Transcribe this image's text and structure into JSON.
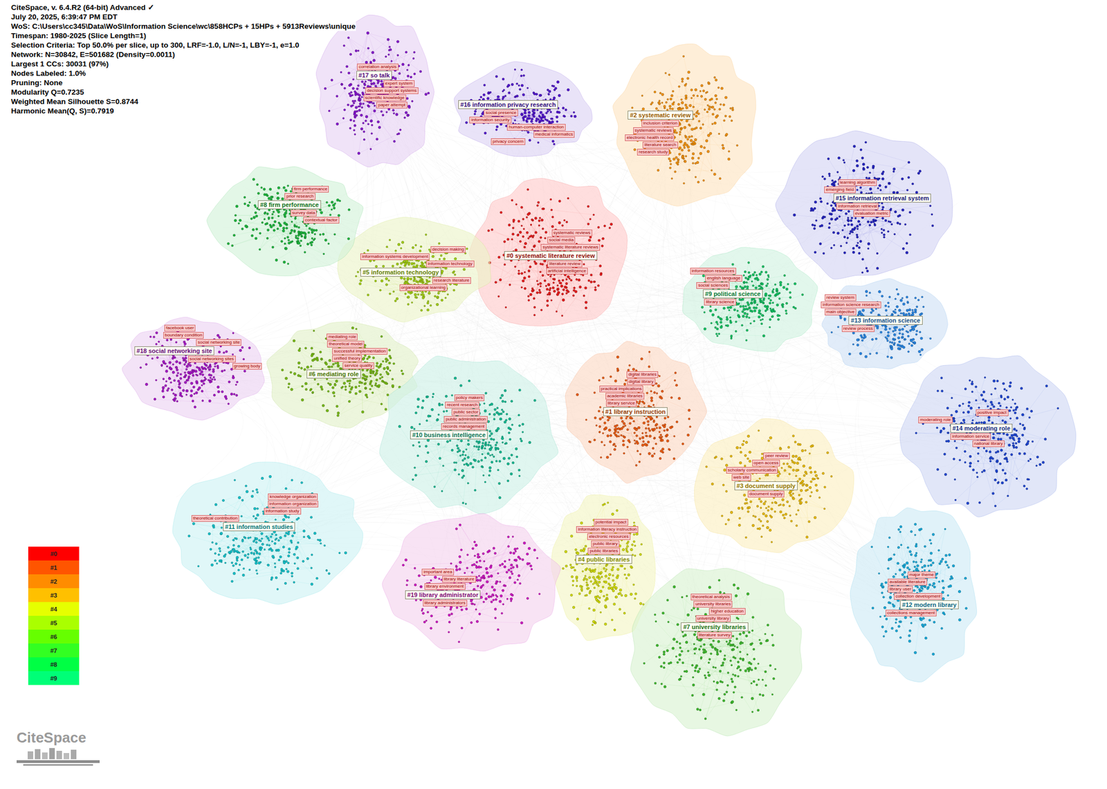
{
  "diagram": {
    "nodes": [
      {
        "text": [
          "#0 systematic literature review"
        ]
      },
      {
        "text": [
          "systematic reviews"
        ],
        "in": 0
      },
      {
        "text": [
          "social media"
        ],
        "in": 0
      },
      {
        "text": [
          "systematic literature reviews"
        ],
        "in": 0
      },
      {
        "text": [
          "literature review"
        ],
        "in": 0
      },
      {
        "text": [
          "artificial intelligence"
        ],
        "in": 0
      },
      {
        "text": [
          "#1 library instruction"
        ]
      },
      {
        "text": [
          "digital libraries"
        ],
        "in": 6
      },
      {
        "text": [
          "digital library"
        ],
        "in": 6
      },
      {
        "text": [
          "practical implications"
        ],
        "in": 6
      },
      {
        "text": [
          "academic libraries"
        ],
        "in": 6
      },
      {
        "text": [
          "library service"
        ],
        "in": 6
      },
      {
        "text": [
          "#2 systematic review"
        ]
      },
      {
        "text": [
          "inclusion criterion"
        ],
        "in": 12
      },
      {
        "text": [
          "systematic reviews"
        ],
        "in": 12
      },
      {
        "text": [
          "electronic health record"
        ],
        "in": 12
      },
      {
        "text": [
          "literature search"
        ],
        "in": 12
      },
      {
        "text": [
          "research study"
        ],
        "in": 12
      },
      {
        "text": [
          "#3 document supply"
        ]
      },
      {
        "text": [
          "peer review"
        ],
        "in": 18
      },
      {
        "text": [
          "open access"
        ],
        "in": 18
      },
      {
        "text": [
          "scholarly communication"
        ],
        "in": 18
      },
      {
        "text": [
          "web site"
        ],
        "in": 18
      },
      {
        "text": [
          "document supply"
        ],
        "in": 18
      },
      {
        "text": [
          "#4 public libraries"
        ]
      },
      {
        "text": [
          "potential impact"
        ],
        "in": 24
      },
      {
        "text": [
          "information literacy instruction"
        ],
        "in": 24
      },
      {
        "text": [
          "electronic resources"
        ],
        "in": 24
      },
      {
        "text": [
          "public library"
        ],
        "in": 24
      },
      {
        "text": [
          "public libraries"
        ],
        "in": 24
      },
      {
        "text": [
          "#5 information technology"
        ]
      },
      {
        "text": [
          "decision making"
        ],
        "in": 30
      },
      {
        "text": [
          "information systems development"
        ],
        "in": 30
      },
      {
        "text": [
          "information technology"
        ],
        "in": 30
      },
      {
        "text": [
          "research literature"
        ],
        "in": 30
      },
      {
        "text": [
          "organizational learning"
        ],
        "in": 30
      },
      {
        "text": [
          "#6 mediating role"
        ]
      },
      {
        "text": [
          "mediating role"
        ],
        "in": 36
      },
      {
        "text": [
          "theoretical model"
        ],
        "in": 36
      },
      {
        "text": [
          "successful implementation"
        ],
        "in": 36
      },
      {
        "text": [
          "unified theory"
        ],
        "in": 36
      },
      {
        "text": [
          "service quality"
        ],
        "in": 36
      },
      {
        "text": [
          "#7 university libraries"
        ]
      },
      {
        "text": [
          "theoretical analysis"
        ],
        "in": 42
      },
      {
        "text": [
          "university libraries"
        ],
        "in": 42
      },
      {
        "text": [
          "higher education"
        ],
        "in": 42
      },
      {
        "text": [
          "university library"
        ],
        "in": 42
      },
      {
        "text": [
          "literature survey"
        ],
        "in": 42
      },
      {
        "text": [
          "#8 firm performance"
        ]
      },
      {
        "text": [
          "firm performance"
        ],
        "in": 48
      },
      {
        "text": [
          "prior research"
        ],
        "in": 48
      },
      {
        "text": [
          "survey data"
        ],
        "in": 48
      },
      {
        "text": [
          "contextual factor"
        ],
        "in": 48
      },
      {
        "text": [
          "#9 political science"
        ]
      },
      {
        "text": [
          "information resources"
        ],
        "in": 53
      },
      {
        "text": [
          "english language"
        ],
        "in": 53
      },
      {
        "text": [
          "social sciences"
        ],
        "in": 53
      },
      {
        "text": [
          "library science"
        ],
        "in": 53
      },
      {
        "text": [
          "#10 business intelligence"
        ]
      },
      {
        "text": [
          "policy makers"
        ],
        "in": 58
      },
      {
        "text": [
          "recent research"
        ],
        "in": 58
      },
      {
        "text": [
          "public sector"
        ],
        "in": 58
      },
      {
        "text": [
          "public administration"
        ],
        "in": 58
      },
      {
        "text": [
          "records management"
        ],
        "in": 58
      },
      {
        "text": [
          "#11 information studies"
        ]
      },
      {
        "text": [
          "knowledge organization"
        ],
        "in": 64
      },
      {
        "text": [
          "information organization"
        ],
        "in": 64
      },
      {
        "text": [
          "information study"
        ],
        "in": 64
      },
      {
        "text": [
          "theoretical contribution"
        ],
        "in": 64
      },
      {
        "text": [
          "#12 modern library"
        ]
      },
      {
        "text": [
          "major theme"
        ],
        "in": 69
      },
      {
        "text": [
          "available literature"
        ],
        "in": 69
      },
      {
        "text": [
          "library user"
        ],
        "in": 69
      },
      {
        "text": [
          "collection development"
        ],
        "in": 69
      },
      {
        "text": [
          "collections management"
        ],
        "in": 69
      },
      {
        "text": [
          "#13 information science"
        ]
      },
      {
        "text": [
          "review system"
        ],
        "in": 75
      },
      {
        "text": [
          "information science research"
        ],
        "in": 75
      },
      {
        "text": [
          "main objective"
        ],
        "in": 75
      },
      {
        "text": [
          "review process"
        ],
        "in": 75
      },
      {
        "text": [
          "#14 moderating role"
        ]
      },
      {
        "text": [
          "positive impact"
        ],
        "in": 80
      },
      {
        "text": [
          "moderating role"
        ],
        "in": 80
      },
      {
        "text": [
          "information service"
        ],
        "in": 80
      },
      {
        "text": [
          "national library"
        ],
        "in": 80
      },
      {
        "text": [
          "#15 information retrieval system"
        ]
      },
      {
        "text": [
          "learning algorithm"
        ],
        "in": 85
      },
      {
        "text": [
          "emerging field"
        ],
        "in": 85
      },
      {
        "text": [
          "information retrieval"
        ],
        "in": 85
      },
      {
        "text": [
          "evaluation metric"
        ],
        "in": 85
      },
      {
        "text": [
          "#16 information privacy research"
        ]
      },
      {
        "text": [
          "social presence"
        ],
        "in": 90
      },
      {
        "text": [
          "information security"
        ],
        "in": 90
      },
      {
        "text": [
          "human-computer interaction"
        ],
        "in": 90
      },
      {
        "text": [
          "medical informatics"
        ],
        "in": 90
      },
      {
        "text": [
          "privacy concern"
        ],
        "in": 90
      },
      {
        "text": [
          "#17 so talk"
        ]
      },
      {
        "text": [
          "correlation analysis"
        ],
        "in": 96
      },
      {
        "text": [
          "expert system"
        ],
        "in": 96
      },
      {
        "text": [
          "decision support systems"
        ],
        "in": 96
      },
      {
        "text": [
          "scientific knowledge"
        ],
        "in": 96
      },
      {
        "text": [
          "paper attempt"
        ],
        "in": 96
      },
      {
        "text": [
          "#18 social networking site"
        ]
      },
      {
        "text": [
          "facebook user"
        ],
        "in": 102
      },
      {
        "text": [
          "boundary condition"
        ],
        "in": 102
      },
      {
        "text": [
          "social networking site"
        ],
        "in": 102
      },
      {
        "text": [
          "social networking sites"
        ],
        "in": 102
      },
      {
        "text": [
          "growing body"
        ],
        "in": 102
      },
      {
        "text": [
          "#19 library administrator"
        ]
      },
      {
        "text": [
          "important area"
        ],
        "in": 108
      },
      {
        "text": [
          "library literature"
        ],
        "in": 108
      },
      {
        "text": [
          "library environment"
        ],
        "in": 108
      },
      {
        "text": [
          "library administrators"
        ],
        "in": 108
      }
    ],
    "labels": [
      "CiteSpace, v. 6.4.R2 (64-bit) Advanced ✓",
      "July 20, 2025, 6:39:47 PM EDT",
      "WoS: C:\\Users\\cc345\\Data\\WoS\\Information Science\\wc\\858HCPs + 15HPs + 5913Reviews\\unique",
      "Timespan: 1980-2025 (Slice Length=1)",
      "Selection Criteria: Top 50.0% per slice, up to 300, LRF=-1.0, L/N=-1, LBY=-1, e=1.0",
      "Network: N=30842, E=501682 (Density=0.0011)",
      "Largest 1 CCs: 30031 (97%)",
      "Nodes Labeled: 1.0%",
      "Pruning: None",
      "Modularity Q=0.7235",
      "Weighted Mean Silhouette S=0.8744",
      "Harmonic Mean(Q, S)=0.7919",
      "CiteSpace"
    ],
    "legend": [
      {
        "text": "#0",
        "color": "#ff0000"
      },
      {
        "text": "#1",
        "color": "#ff5500"
      },
      {
        "text": "#2",
        "color": "#ff8c00"
      },
      {
        "text": "#3",
        "color": "#ffc000"
      },
      {
        "text": "#4",
        "color": "#e6ff00"
      },
      {
        "text": "#5",
        "color": "#aaff00"
      },
      {
        "text": "#6",
        "color": "#66ff00"
      },
      {
        "text": "#7",
        "color": "#33ff22"
      },
      {
        "text": "#8",
        "color": "#00ff44"
      },
      {
        "text": "#9",
        "color": "#00ff77"
      }
    ]
  }
}
